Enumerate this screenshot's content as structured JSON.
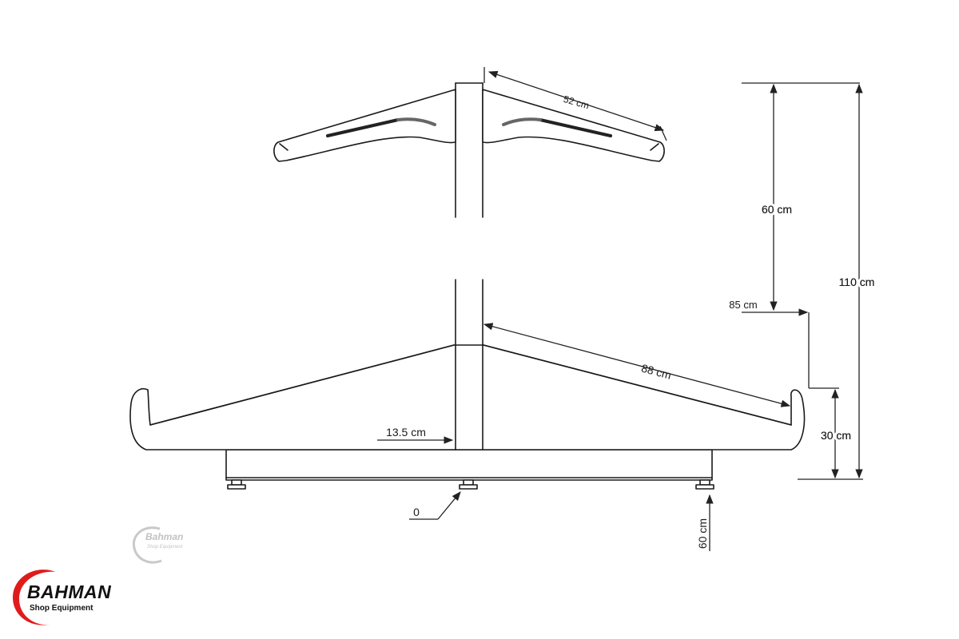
{
  "dimensions": {
    "top_arm_length": "52 cm",
    "top_section_height": "60 cm",
    "total_height": "110 cm",
    "step_label": "85 cm",
    "bottom_arm_length": "88 cm",
    "bottom_height": "30 cm",
    "base_offset": "13.5 cm",
    "foot_label": "0",
    "foot_height": "60 cm"
  },
  "brand": {
    "name": "BAHMAN",
    "tagline": "Shop Equipment",
    "accent_color": "#e01b1b",
    "logo_icon": "swoosh-logo-icon"
  },
  "watermark": {
    "name": "Bahman",
    "tagline": "Shop Equipment"
  }
}
